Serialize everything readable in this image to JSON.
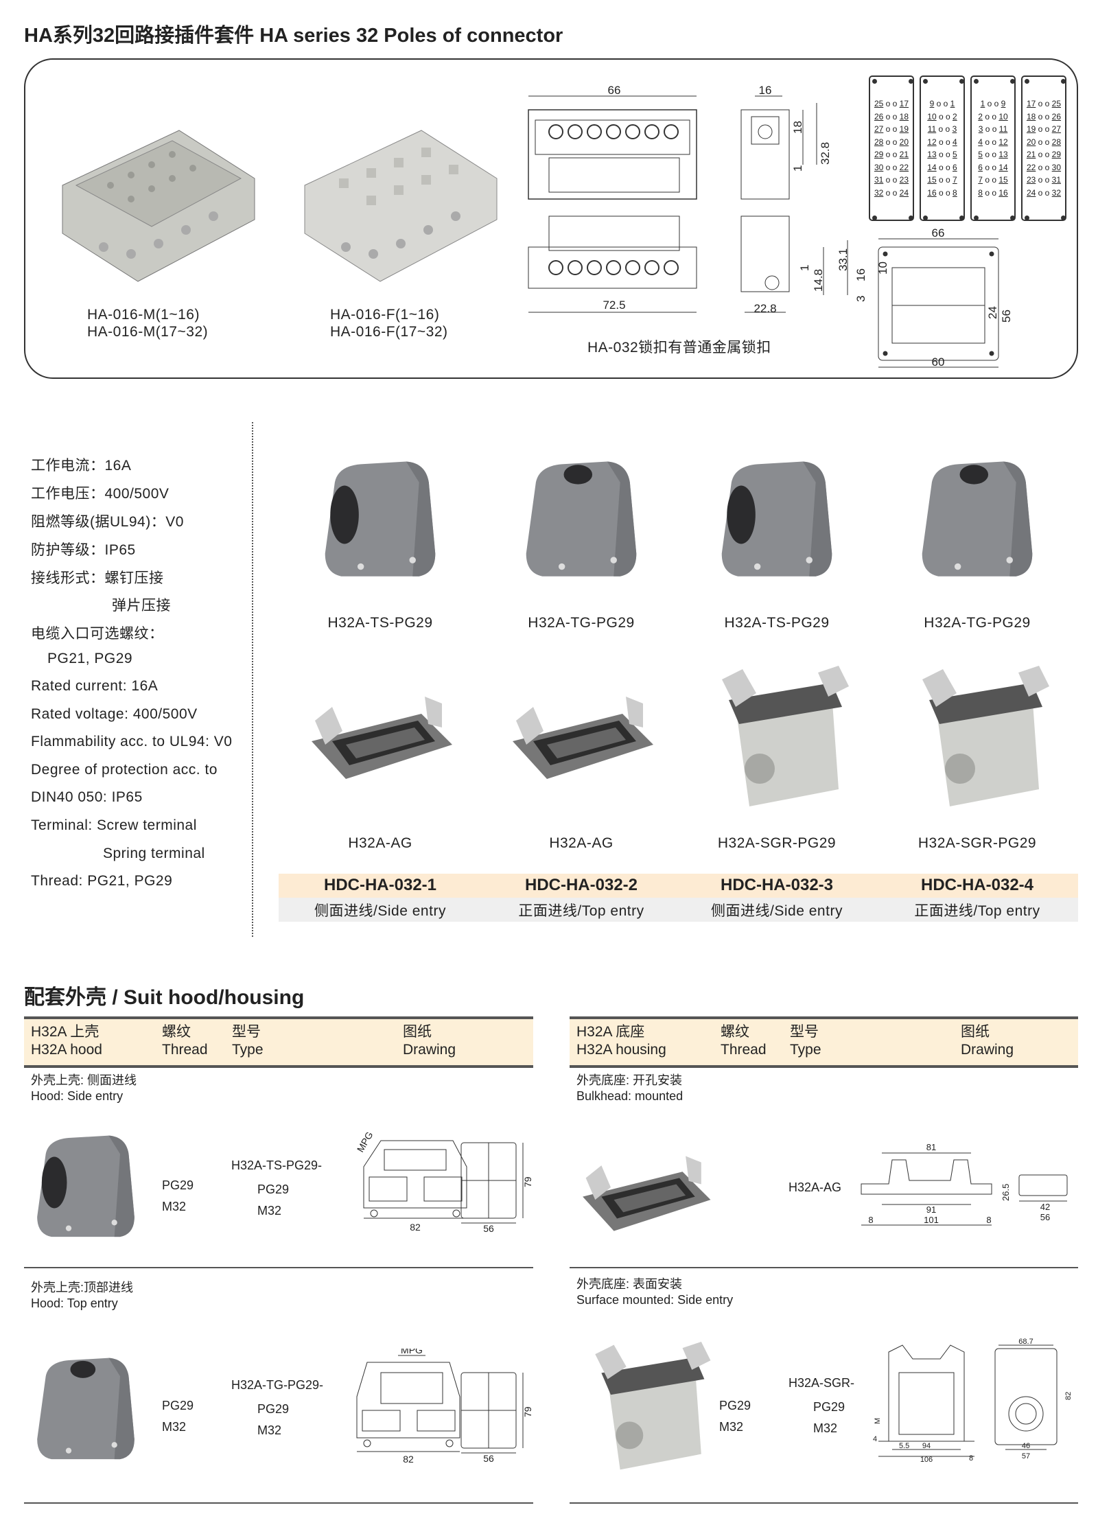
{
  "title": "HA系列32回路接插件套件 HA series 32 Poles of connector",
  "top": {
    "male": [
      "HA-016-M(1~16)",
      "HA-016-M(17~32)"
    ],
    "female": [
      "HA-016-F(1~16)",
      "HA-016-F(17~32)"
    ],
    "caption": "HA-032锁扣有普通金属锁扣",
    "dims": {
      "a": "66",
      "b": "16",
      "c": "18",
      "d": "32.8",
      "e": "1",
      "f": "72.5",
      "g": "22.8",
      "h": "33.1",
      "i": "14.8",
      "j": "1",
      "k": "66",
      "l": "16",
      "m": "10",
      "n": "3",
      "o": "24",
      "p": "56",
      "q": "60"
    },
    "pin_blocks": [
      [
        [
          "25",
          "17"
        ],
        [
          "26",
          "18"
        ],
        [
          "27",
          "19"
        ],
        [
          "28",
          "20"
        ],
        [
          "29",
          "21"
        ],
        [
          "30",
          "22"
        ],
        [
          "31",
          "23"
        ],
        [
          "32",
          "24"
        ]
      ],
      [
        [
          "9",
          "1"
        ],
        [
          "10",
          "2"
        ],
        [
          "11",
          "3"
        ],
        [
          "12",
          "4"
        ],
        [
          "13",
          "5"
        ],
        [
          "14",
          "6"
        ],
        [
          "15",
          "7"
        ],
        [
          "16",
          "8"
        ]
      ],
      [
        [
          "1",
          "9"
        ],
        [
          "2",
          "10"
        ],
        [
          "3",
          "11"
        ],
        [
          "4",
          "12"
        ],
        [
          "5",
          "13"
        ],
        [
          "6",
          "14"
        ],
        [
          "7",
          "15"
        ],
        [
          "8",
          "16"
        ]
      ],
      [
        [
          "17",
          "25"
        ],
        [
          "18",
          "26"
        ],
        [
          "19",
          "27"
        ],
        [
          "20",
          "28"
        ],
        [
          "21",
          "29"
        ],
        [
          "22",
          "30"
        ],
        [
          "23",
          "31"
        ],
        [
          "24",
          "32"
        ]
      ]
    ]
  },
  "specs": [
    "工作电流：16A",
    "工作电压：400/500V",
    "阻燃等级(据UL94)：V0",
    "防护等级：IP65",
    "接线形式：螺钉压接",
    "弹片压接",
    "电缆入口可选螺纹：",
    "PG21, PG29",
    "Rated current: 16A",
    "Rated voltage: 400/500V",
    "Flammability acc. to UL94: V0",
    "Degree of protection acc. to",
    "DIN40 050: IP65",
    "Terminal: Screw terminal",
    "Spring terminal",
    "Thread: PG21, PG29"
  ],
  "kits": [
    {
      "hood": "H32A-TS-PG29",
      "base": "H32A-AG",
      "model": "HDC-HA-032-1",
      "entry": "侧面进线/Side entry"
    },
    {
      "hood": "H32A-TG-PG29",
      "base": "H32A-AG",
      "model": "HDC-HA-032-2",
      "entry": "正面进线/Top entry"
    },
    {
      "hood": "H32A-TS-PG29",
      "base": "H32A-SGR-PG29",
      "model": "HDC-HA-032-3",
      "entry": "侧面进线/Side entry"
    },
    {
      "hood": "H32A-TG-PG29",
      "base": "H32A-SGR-PG29",
      "model": "HDC-HA-032-4",
      "entry": "正面进线/Top entry"
    }
  ],
  "suit": {
    "title": "配套外壳 / Suit hood/housing",
    "left_header": {
      "c1": [
        "H32A 上壳",
        "H32A hood"
      ],
      "c2": [
        "螺纹",
        "Thread"
      ],
      "c3": [
        "型号",
        "Type"
      ],
      "c4": [
        "图纸",
        "Drawing"
      ]
    },
    "right_header": {
      "c1": [
        "H32A 底座",
        "H32A housing"
      ],
      "c2": [
        "螺纹",
        "Thread"
      ],
      "c3": [
        "型号",
        "Type"
      ],
      "c4": [
        "图纸",
        "Drawing"
      ]
    },
    "hood_side": {
      "sub": [
        "外壳上壳: 侧面进线",
        "Hood: Side entry"
      ],
      "thread": [
        "PG29",
        "M32"
      ],
      "type": "H32A-TS-PG29-",
      "type_opts": [
        "PG29",
        "M32"
      ],
      "dims": {
        "mpg": "MPG",
        "w": "82",
        "h": "79",
        "d": "56"
      }
    },
    "hood_top": {
      "sub": [
        "外壳上壳:顶部进线",
        "Hood: Top entry"
      ],
      "thread": [
        "PG29",
        "M32"
      ],
      "type": "H32A-TG-PG29-",
      "type_opts": [
        "PG29",
        "M32"
      ],
      "dims": {
        "mpg": "MPG",
        "w": "82",
        "h": "79",
        "d": "56"
      }
    },
    "bulkhead": {
      "sub": [
        "外壳底座: 开孔安装",
        "Bulkhead: mounted"
      ],
      "type": "H32A-AG",
      "dims": {
        "a": "81",
        "b": "26.5",
        "c": "91",
        "d": "101",
        "e": "8",
        "f": "8",
        "g": "42",
        "h": "56"
      }
    },
    "surface": {
      "sub": [
        "外壳底座: 表面安装",
        "Surface mounted: Side entry"
      ],
      "thread": [
        "PG29",
        "M32"
      ],
      "type": "H32A-SGR-",
      "type_opts": [
        "PG29",
        "M32"
      ],
      "dims": {
        "a": "68.7",
        "b": "82",
        "m": "M",
        "c": "4",
        "d": "5.5",
        "e": "94",
        "f": "106",
        "g": "8",
        "h": "46",
        "i": "57"
      }
    }
  },
  "colors": {
    "peach": "#fdebd3",
    "hood_gray": "#8a8c90",
    "gray_row": "#efefef"
  }
}
